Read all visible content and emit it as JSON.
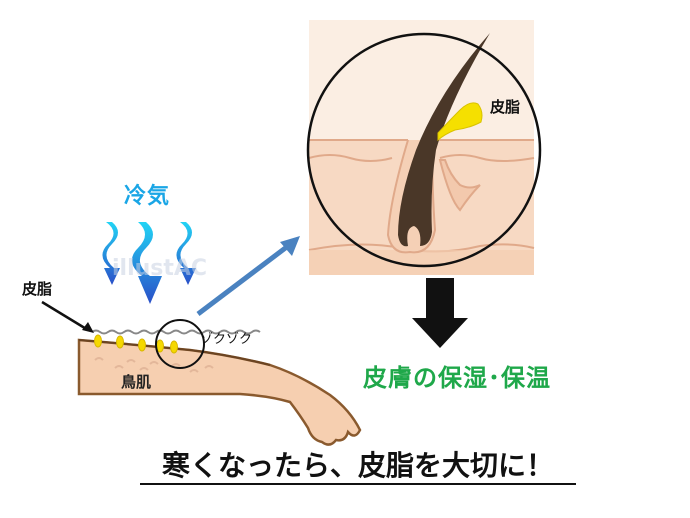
{
  "diagram": {
    "title_cold_air": "冷気",
    "label_sebum_left": "皮脂",
    "label_sebum_zoom": "皮脂",
    "label_shiver": "ゾクゾク",
    "label_goosebumps": "鳥肌",
    "label_skin_care": "皮膚の保湿･保温",
    "headline": "寒くなったら、皮脂を大切に！",
    "watermark": "illustAC"
  },
  "colors": {
    "cold_text": "#1aa6e6",
    "cold_arrow_top": "#22d4f5",
    "cold_arrow_bottom": "#2a4fc8",
    "skin": "#f6cfb0",
    "skin_pale": "#fbe9dc",
    "skin_outline": "#8a5a2e",
    "hair": "#4a3728",
    "sebum": "#f5e000",
    "pointer_arrow": "#4a82c0",
    "care_text": "#1fa84a",
    "black": "#111111"
  }
}
